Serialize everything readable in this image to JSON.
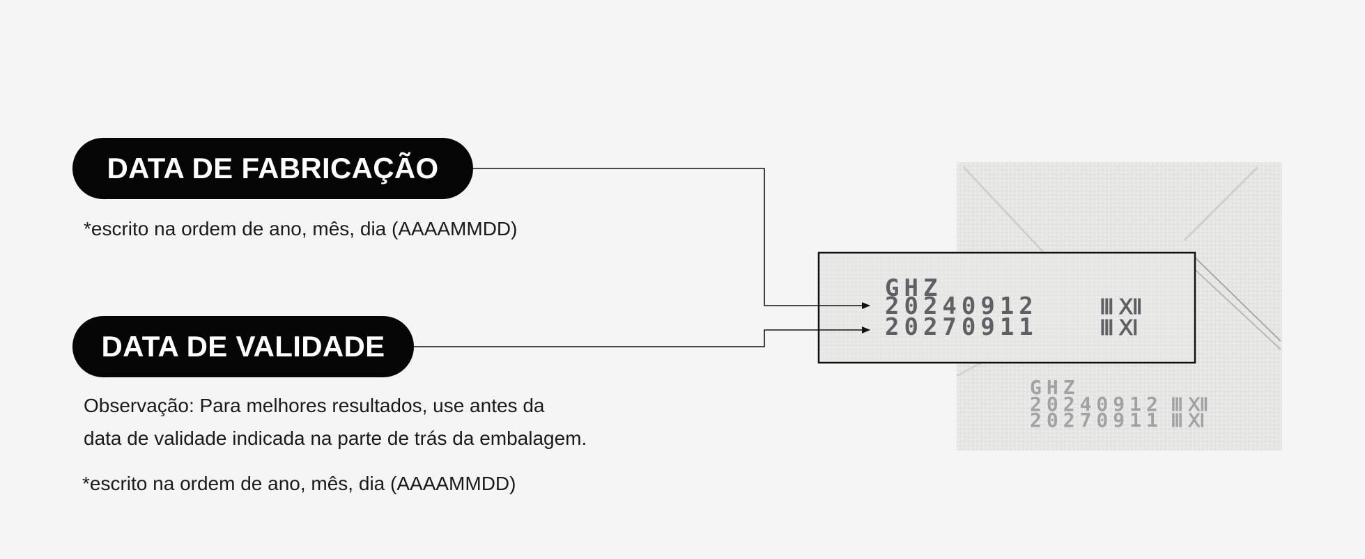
{
  "manufacture": {
    "label": "DATA DE FABRICAÇÃO",
    "note": "*escrito na ordem de ano, mês, dia (AAAAMMDD)"
  },
  "expiry": {
    "label": "DATA DE VALIDADE",
    "observation_line1": "Observação: Para melhores resultados, use antes da",
    "observation_line2": "data de validade indicada na parte de trás da embalagem.",
    "note": "*escrito na ordem de ano, mês, dia (AAAAMMDD)"
  },
  "package_print": {
    "line1": "GHZ",
    "line2": "20240912",
    "line3": "20270911"
  },
  "colors": {
    "background": "#f5f5f5",
    "pill": "#050505",
    "pill_text": "#ffffff",
    "connector": "#111111",
    "package": "#e6e7e5",
    "ink": "#6f6f72"
  }
}
